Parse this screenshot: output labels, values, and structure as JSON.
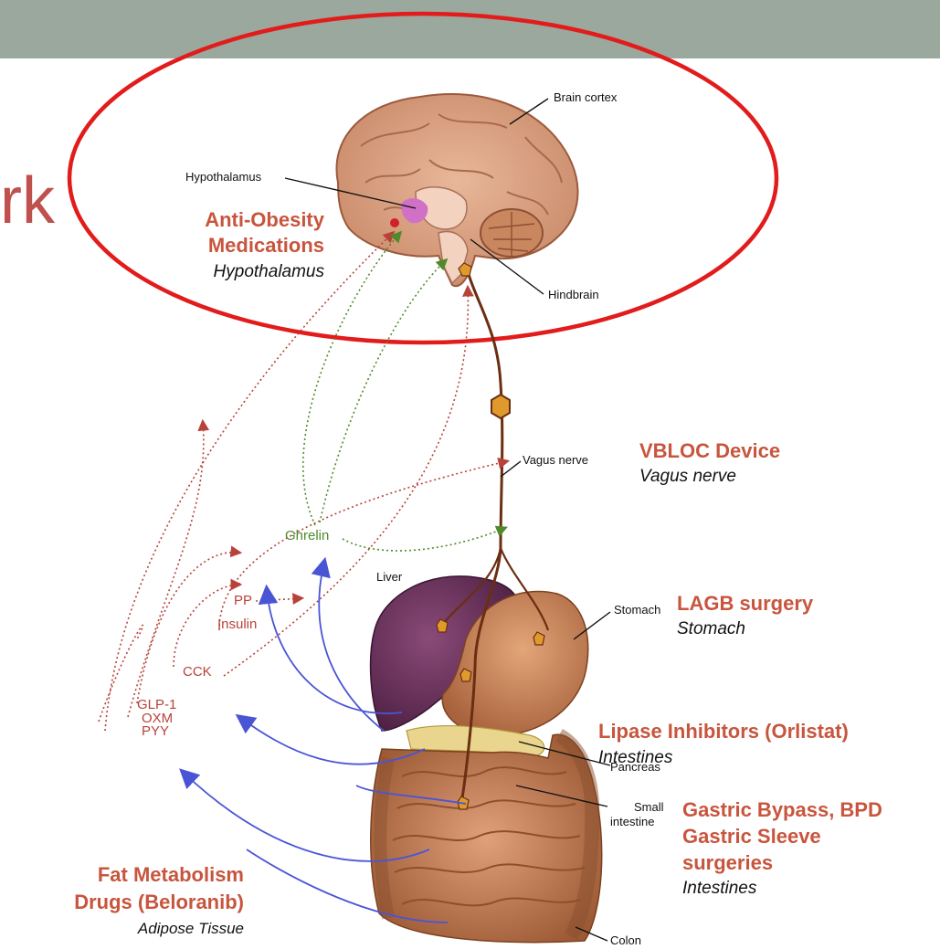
{
  "title_fragment": "rk",
  "colors": {
    "header_bar": "#9aa89d",
    "highlight_ellipse": "#e21b1b",
    "treatment_title": "#c8553d",
    "hormone_red": "#b8423a",
    "ghrelin_green": "#4f8a2b",
    "signal_blue": "#4a55d6",
    "nerve_brown": "#6b2e12"
  },
  "anatomy": {
    "brain_cortex": "Brain cortex",
    "hypothalamus": "Hypothalamus",
    "hindbrain": "Hindbrain",
    "vagus_nerve": "Vagus nerve",
    "liver": "Liver",
    "stomach": "Stomach",
    "pancreas": "Pancreas",
    "small_intestine_1": "Small",
    "small_intestine_2": "intestine",
    "colon": "Colon"
  },
  "hormones": {
    "ghrelin": "Ghrelin",
    "pp": "PP",
    "insulin": "Insulin",
    "cck": "CCK",
    "glp1": "GLP-1",
    "oxm": "OXM",
    "pyy": "PYY"
  },
  "treatments": {
    "anti_obesity": {
      "title_1": "Anti-Obesity",
      "title_2": "Medications",
      "site": "Hypothalamus"
    },
    "vbloc": {
      "title": "VBLOC Device",
      "site": "Vagus nerve"
    },
    "lagb": {
      "title": "LAGB surgery",
      "site": "Stomach"
    },
    "lipase": {
      "title": "Lipase Inhibitors (Orlistat)",
      "site": "Intestines"
    },
    "gastric": {
      "title_1": "Gastric Bypass, BPD",
      "title_2": "Gastric Sleeve",
      "title_3": "surgeries",
      "site": "Intestines"
    },
    "fat_metabolism": {
      "title_1": "Fat Metabolism",
      "title_2": "Drugs (Beloranib)",
      "site": "Adipose Tissue"
    }
  }
}
